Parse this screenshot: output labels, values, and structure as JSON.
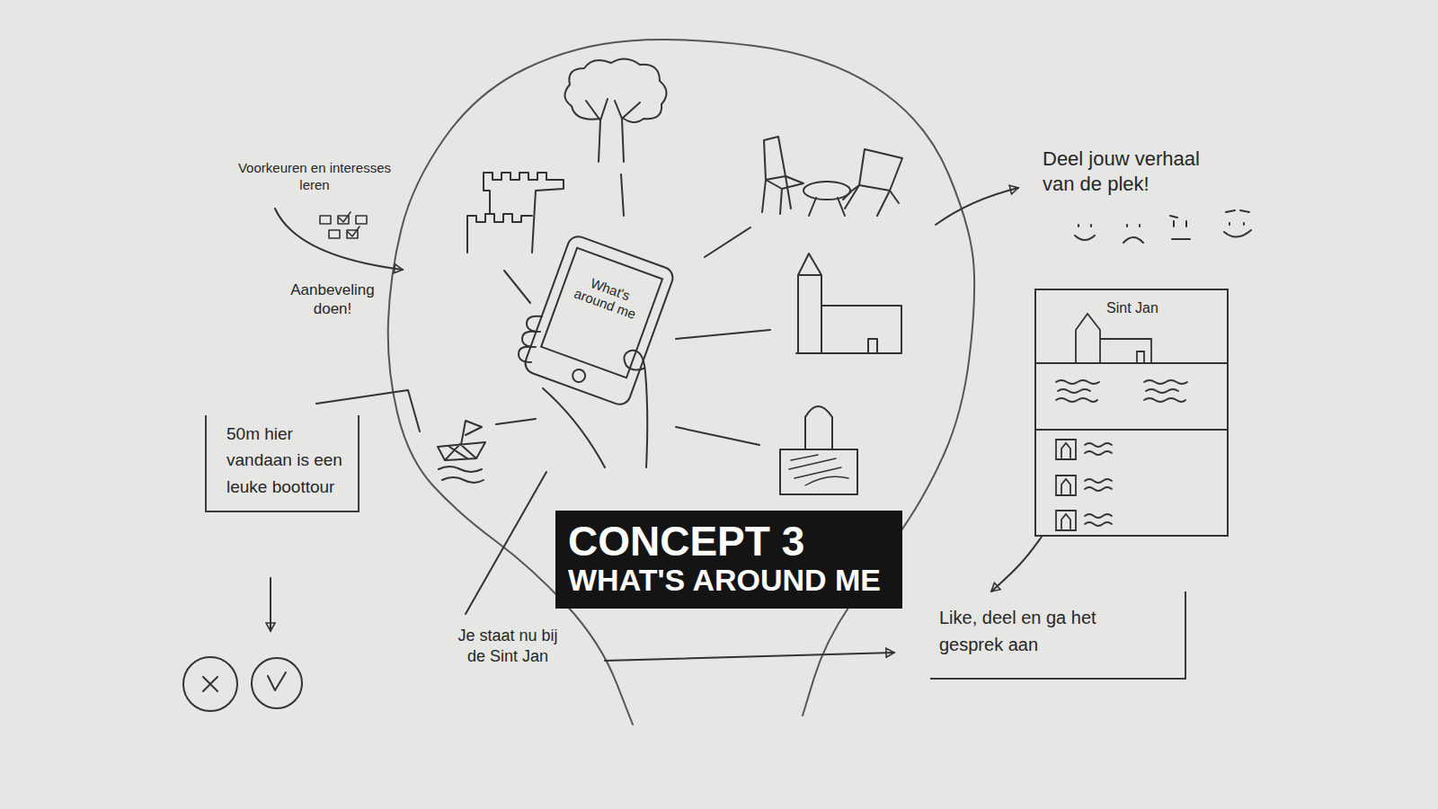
{
  "diagram": {
    "nodes": [
      {
        "text": [
          "What's around me"
        ]
      },
      {
        "text": [
          "Sint Jan"
        ]
      },
      {
        "text": [
          "50m hier vandaan is een leuke boottour"
        ]
      },
      {
        "text": [
          "CONCEPT 3",
          "WHAT'S AROUND ME"
        ]
      },
      {
        "text": [
          "Like, deel en ga het gesprek aan"
        ]
      }
    ],
    "edges": [
      {
        "from": 1,
        "to": 4,
        "arrow": "to"
      }
    ],
    "labels": [
      "Voorkeuren en interesses leren",
      "Deel jouw verhaal van de plek!",
      "Aanbeveling doen!",
      "Je staat nu bij de Sint Jan"
    ]
  }
}
